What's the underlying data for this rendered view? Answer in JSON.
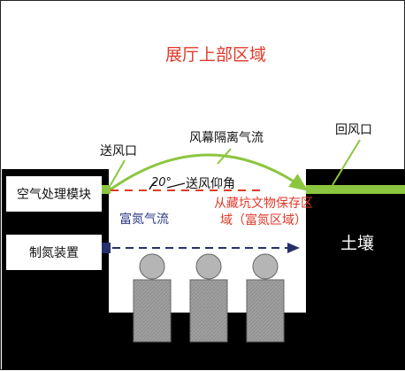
{
  "upper_region": {
    "label": "展厅上部区域"
  },
  "air_handler": {
    "label": "空气处理模块"
  },
  "nitrogen_device": {
    "label": "制氮装置"
  },
  "supply_outlet": {
    "label": "送风口"
  },
  "return_outlet": {
    "label": "回风口"
  },
  "air_curtain": {
    "label": "风幕隔离气流"
  },
  "supply_angle": {
    "label": "送风仰角",
    "handwritten_value": "20°"
  },
  "pit_region": {
    "line1": "从藏坑文物保存区",
    "line2": "域（富氮区域）"
  },
  "nitrogen_flow": {
    "label": "富氮气流"
  },
  "soil": {
    "label": "土壤"
  },
  "colors": {
    "soil": "#000000",
    "airflow_green": "#8cc63f",
    "curtain_dash_red": "#e03a2a",
    "nitrogen_arrow_navy": "#25306b",
    "figure_head": "#b5b5b5",
    "figure_body": "#a3a3a3"
  },
  "figures": {
    "count": 3
  }
}
